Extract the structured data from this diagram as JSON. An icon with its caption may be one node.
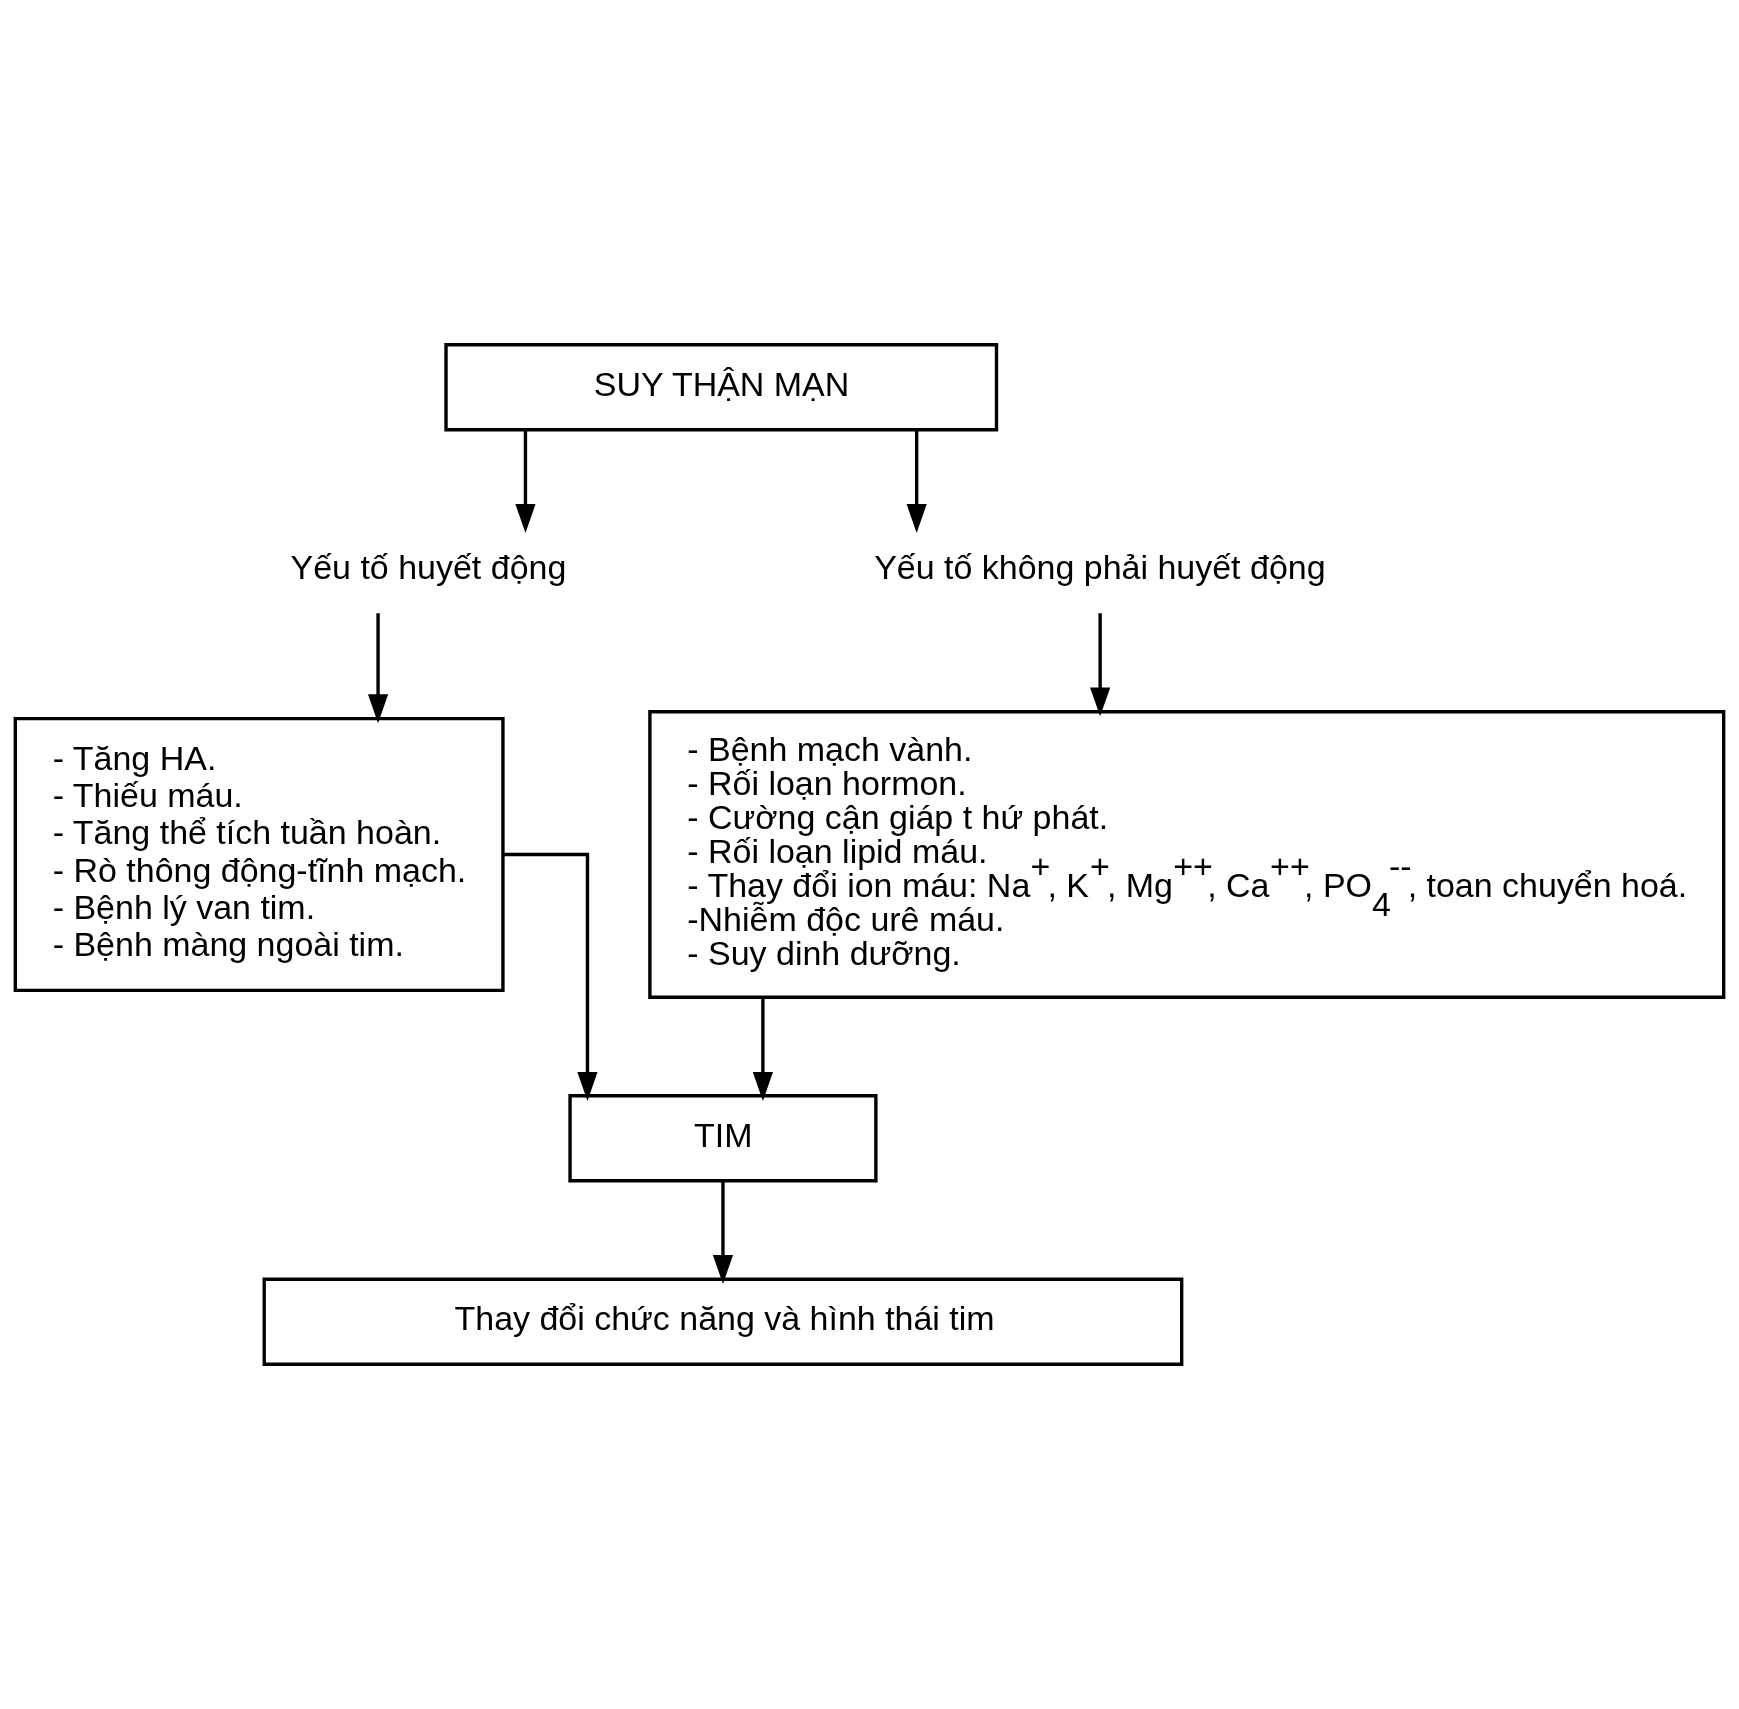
{
  "diagram": {
    "nodes": [
      {
        "text": [
          "SUY THẬN MẠN"
        ]
      },
      {
        "text": [
          "Yếu tố huyết động"
        ]
      },
      {
        "text": [
          "Yếu tố không phải huyết động"
        ]
      },
      {
        "text": [
          "- Tăng HA.",
          "- Thiếu máu.",
          "- Tăng thể tích tuần hoàn.",
          "- Rò thông động-tĩnh mạch.",
          "- Bệnh lý van tim.",
          "- Bệnh màng ngoài tim."
        ]
      },
      {
        "text": [
          "- Bệnh mạch vành.",
          "- Rối loạn hormon.",
          "- Cường cận giáp t hứ phát.",
          "- Rối loạn lipid máu.",
          "- Thay đổi ion máu: Na$^{+}$, K$^{+}$, Mg$^{++}$, Ca$^{++}$, PO$_{4}$$^{--}$, toan chuyển hoá.",
          "-Nhiễm độc urê máu.",
          "- Suy dinh dưỡng."
        ]
      },
      {
        "text": [
          "TIM"
        ]
      },
      {
        "text": [
          "Thay đổi chức năng và hình thái tim"
        ]
      }
    ],
    "edges": [
      {
        "from": 0,
        "to": 1,
        "arrow": "to"
      },
      {
        "from": 0,
        "to": 2,
        "arrow": "to"
      },
      {
        "from": 1,
        "to": 3,
        "arrow": "to"
      },
      {
        "from": 2,
        "to": 4,
        "arrow": "to"
      },
      {
        "from": 3,
        "to": 5,
        "arrow": "to"
      },
      {
        "from": 4,
        "to": 5,
        "arrow": "to"
      },
      {
        "from": 5,
        "to": 6,
        "arrow": "to"
      }
    ]
  }
}
